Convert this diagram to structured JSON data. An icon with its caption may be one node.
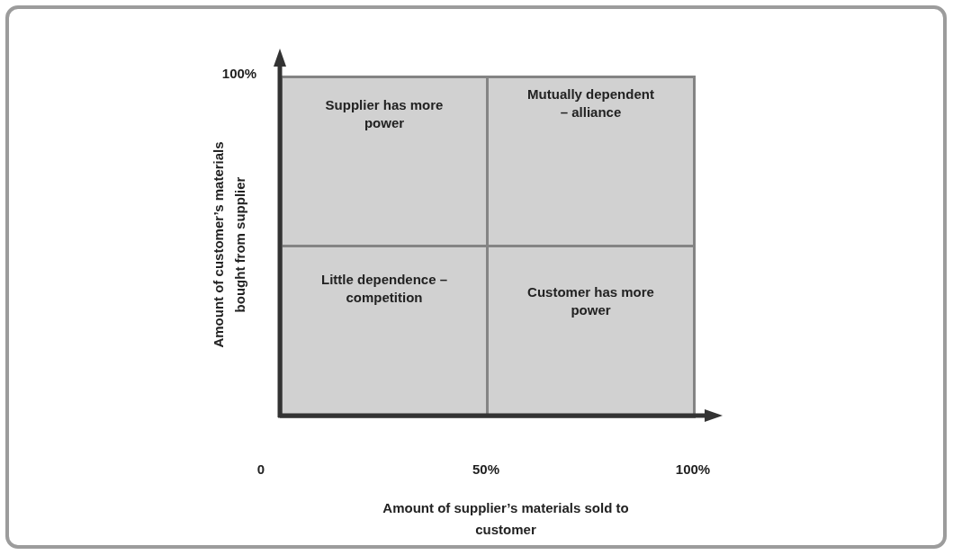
{
  "diagram": {
    "nodes": [
      {
        "text": [
          "Supplier has more power"
        ]
      },
      {
        "text": [
          "Mutually dependent – alliance"
        ]
      },
      {
        "text": [
          "Little dependence – competition"
        ]
      },
      {
        "text": [
          "Customer has more power"
        ]
      }
    ],
    "labels": [
      "100%",
      "Amount of customer’s materials bought from supplier",
      "0",
      "50%",
      "100%",
      "Amount of supplier’s materials sold to customer"
    ]
  }
}
